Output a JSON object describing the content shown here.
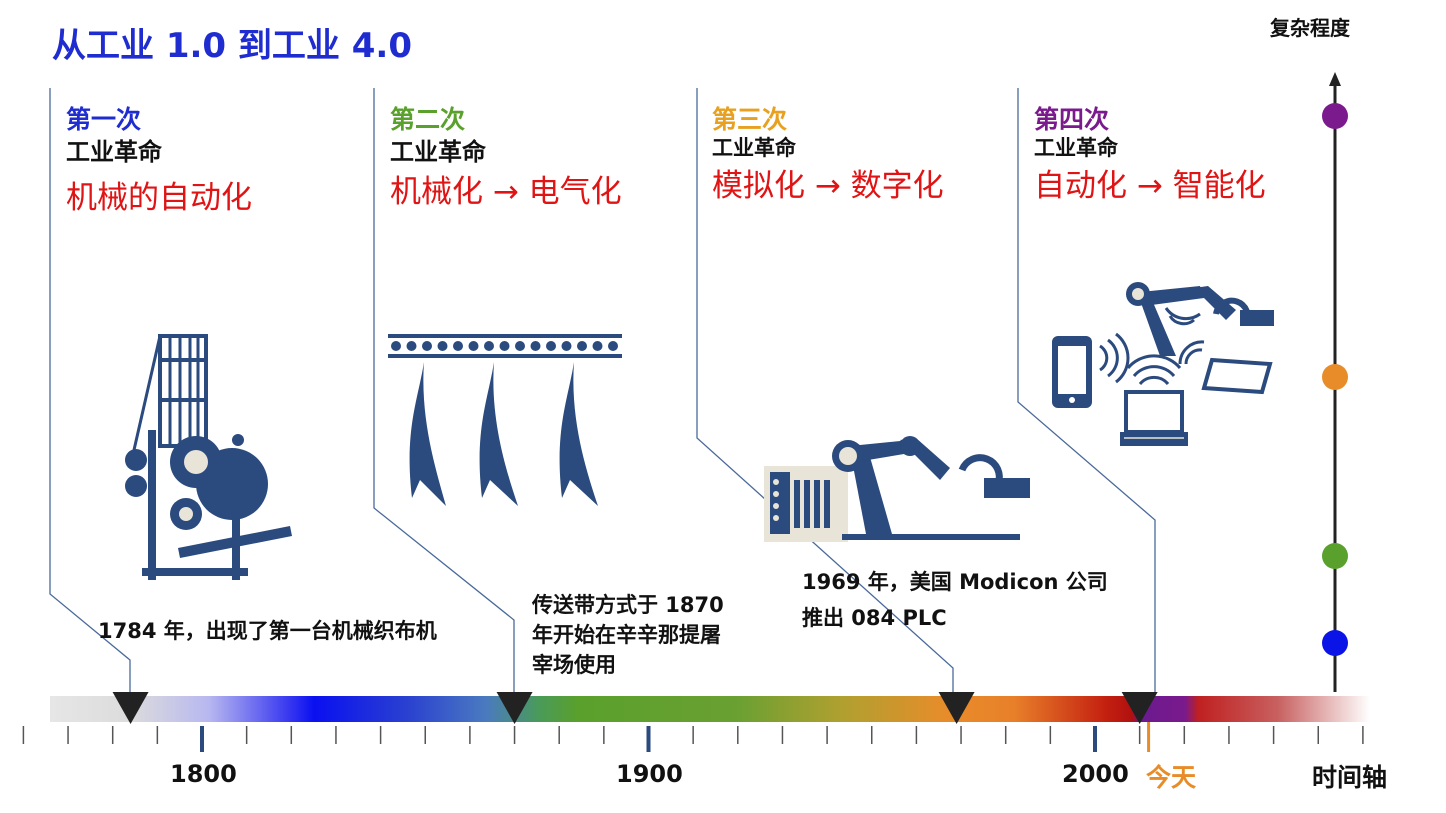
{
  "title": "从工业 1.0 到工业 4.0",
  "complexity_label": "复杂程度",
  "axis_label": "时间轴",
  "today_label": "今天",
  "revolutions": [
    {
      "ordinal": "第一次",
      "label": "工业革命",
      "theme": "机械的自动化",
      "color": "#1f2ccf"
    },
    {
      "ordinal": "第二次",
      "label": "工业革命",
      "theme": "机械化 → 电气化",
      "color": "#5aa02c"
    },
    {
      "ordinal": "第三次",
      "label": "工业革命",
      "theme": "模拟化 → 数字化",
      "color": "#e8a020"
    },
    {
      "ordinal": "第四次",
      "label": "工业革命",
      "theme": "自动化 → 智能化",
      "color": "#7a1a8c"
    }
  ],
  "notes": [
    {
      "lines": [
        "1784 年，出现了第一台机械织布机"
      ]
    },
    {
      "lines": [
        "传送带方式于 1870",
        "年开始在辛辛那提屠",
        "宰场使用"
      ]
    },
    {
      "lines": [
        "1969 年，美国 Modicon 公司",
        "推出 084 PLC"
      ]
    }
  ],
  "timeline": {
    "year_labels": [
      "1800",
      "1900",
      "2000"
    ],
    "milestones": [
      1784,
      1870,
      1969,
      2010
    ],
    "today_year": 2012
  },
  "complexity_dots": [
    "#7a1a8c",
    "#e88c2a",
    "#5aa02c",
    "#0a14e6"
  ],
  "icon_color": "#2b4a7e"
}
